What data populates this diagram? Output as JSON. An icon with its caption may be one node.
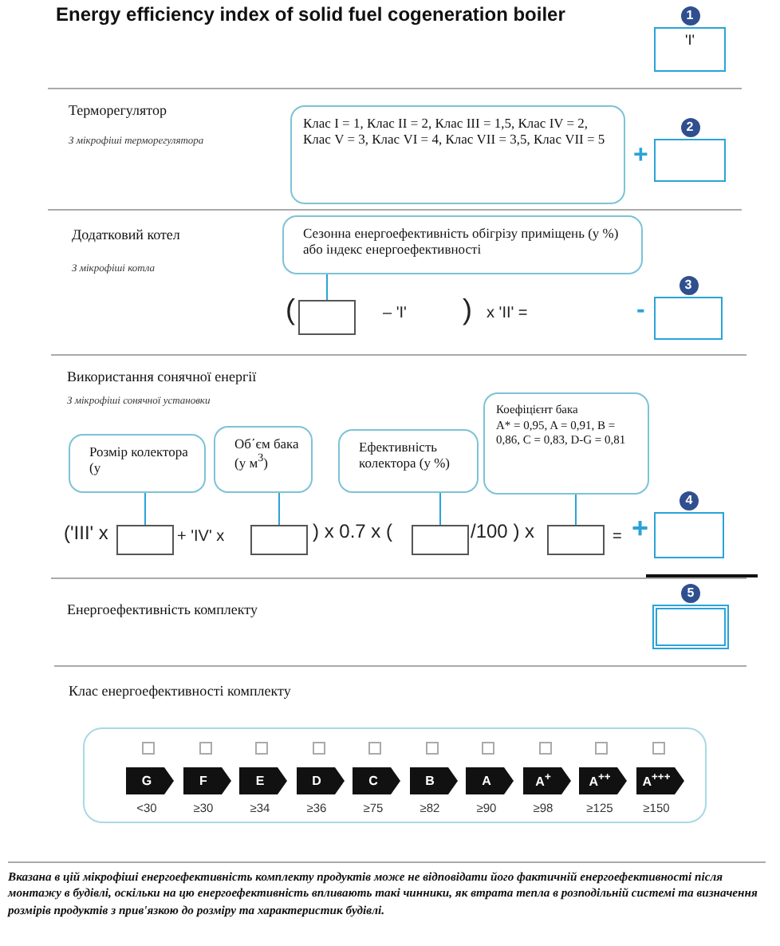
{
  "diagram": {
    "title": "Energy efficiency index of solid fuel cogeneration boiler",
    "caption": "Вказана в цій мікрофіші енергоефективність комплекту продуктів може не відповідати його фактичній енергоефективності після монтажу в будівлі, оскільки на цю енергоефективність впливають такі чинники, як втрата тепла в розподільній системі та визначення розмірів продуктів з прив'язкою до розміру та характеристик будівлі.",
    "nodes": [
      {
        "text": [
          "'I'"
        ],
        "beside": [
          "1"
        ]
      },
      {
        "text": [
          "Клас I = 1, Клас II = 2, Клас III = 1,5, Клас IV = 2, Клас V = 3, Клас VI = 4, Клас VII = 3,5, Клас VII = 5"
        ]
      },
      {
        "text": [],
        "shape": "box",
        "beside": [
          "2"
        ]
      },
      {
        "text": [
          "Сезонна енергоефективність обігрізу приміщень (у %) або індекс енергоефективності"
        ]
      },
      {
        "text": [],
        "shape": "box"
      },
      {
        "text": [],
        "shape": "box",
        "beside": [
          "3"
        ]
      },
      {
        "text": [
          "Розмір колектора (у"
        ]
      },
      {
        "text": [
          "Об΄єм бака (у м$^{3}$)"
        ]
      },
      {
        "text": [
          "Ефективність колектора (у %)"
        ]
      },
      {
        "text": [
          "Коефіцієнт бака",
          "A* = 0,95, A = 0,91, B = 0,86, C = 0,83, D-G = 0,81"
        ]
      },
      {
        "text": [],
        "shape": "box"
      },
      {
        "text": [],
        "shape": "box"
      },
      {
        "text": [],
        "shape": "box"
      },
      {
        "text": [],
        "shape": "box"
      },
      {
        "text": [],
        "shape": "box",
        "beside": [
          "4"
        ]
      },
      {
        "text": [],
        "shape": "box",
        "beside": [
          "5"
        ]
      },
      {
        "text": [],
        "shape": "box"
      },
      {
        "text": [
          "G"
        ],
        "in": 16,
        "beside": [
          "<30"
        ]
      },
      {
        "text": [
          "F"
        ],
        "in": 16,
        "beside": [
          "≥30"
        ]
      },
      {
        "text": [
          "E"
        ],
        "in": 16,
        "beside": [
          "≥34"
        ]
      },
      {
        "text": [
          "D"
        ],
        "in": 16,
        "beside": [
          "≥36"
        ]
      },
      {
        "text": [
          "C"
        ],
        "in": 16,
        "beside": [
          "≥75"
        ]
      },
      {
        "text": [
          "B"
        ],
        "in": 16,
        "beside": [
          "≥82"
        ]
      },
      {
        "text": [
          "A"
        ],
        "in": 16,
        "beside": [
          "≥90"
        ]
      },
      {
        "text": [
          "A$^{+}$"
        ],
        "in": 16,
        "beside": [
          "≥98"
        ]
      },
      {
        "text": [
          "A$^{++}$"
        ],
        "in": 16,
        "beside": [
          "≥125"
        ]
      },
      {
        "text": [
          "A$^{+++}$"
        ],
        "in": 16,
        "beside": [
          "≥150"
        ]
      }
    ],
    "edges": [
      {
        "from": 3,
        "to": 4,
        "arrow": "none"
      },
      {
        "from": 6,
        "to": 10,
        "arrow": "none"
      },
      {
        "from": 7,
        "to": 11,
        "arrow": "none"
      },
      {
        "from": 8,
        "to": 12,
        "arrow": "none"
      },
      {
        "from": 9,
        "to": 13,
        "arrow": "none"
      }
    ],
    "labels": [
      "Терморегулятор",
      "З мікрофіші терморегулятора",
      "+",
      "Додатковий котел",
      "З мікрофіші котла",
      "(",
      "– 'I'",
      ")",
      "x 'II' =",
      "-",
      "Використання сонячної енергії",
      "З мікрофіші сонячної установки",
      "('III' x",
      "+ 'IV' x",
      ") x 0.7 x (",
      "/100 ) x",
      "=",
      "+",
      "Енергоефективність комплекту",
      "Клас енергоефективності комплекту"
    ]
  }
}
